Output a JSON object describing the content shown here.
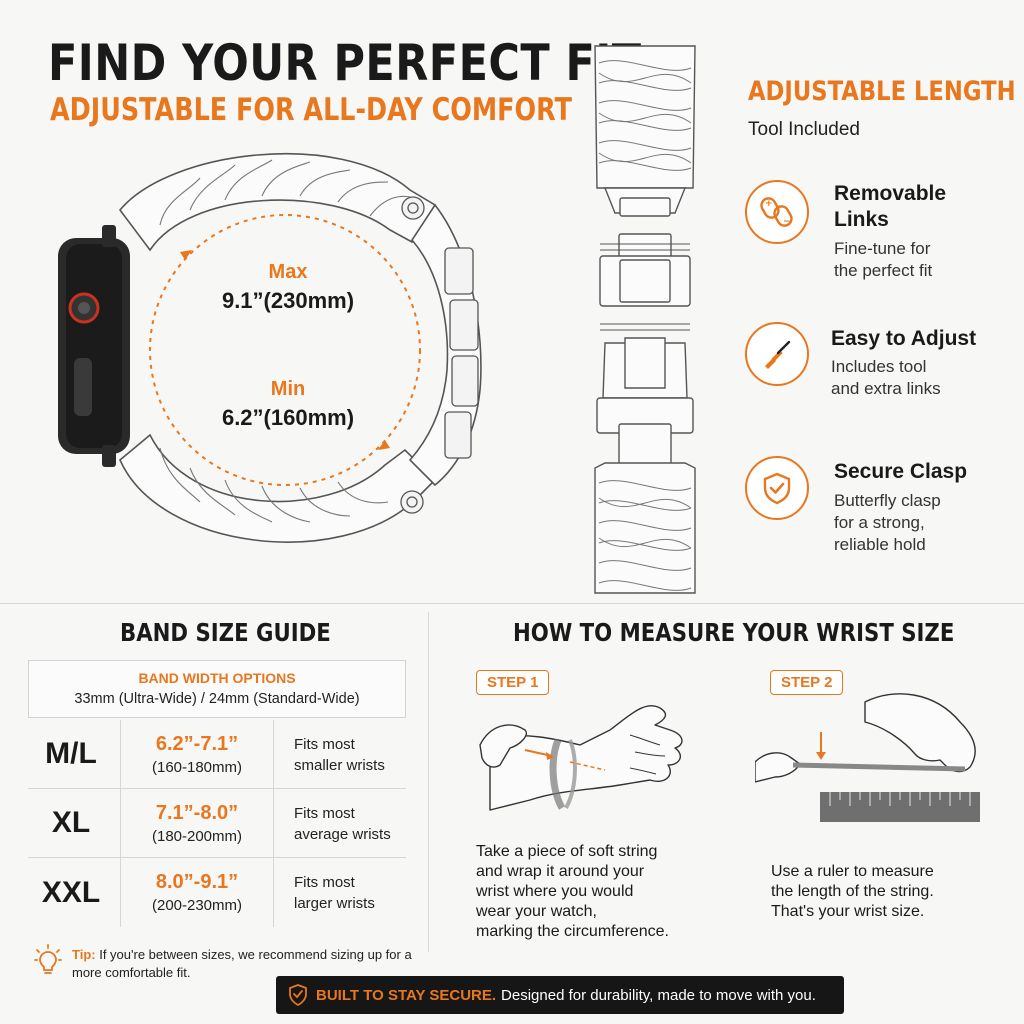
{
  "header": {
    "title": "FIND YOUR PERFECT FIT",
    "subtitle": "ADJUSTABLE FOR ALL-DAY COMFORT"
  },
  "range": {
    "max_label": "Max",
    "max_value": "9.1”(230mm)",
    "min_label": "Min",
    "min_value": "6.2”(160mm)"
  },
  "adjustable": {
    "title": "ADJUSTABLE LENGTH",
    "subtitle": "Tool Included"
  },
  "features": [
    {
      "title_line1": "Removable",
      "title_line2": "Links",
      "desc_line1": "Fine-tune for",
      "desc_line2": "the perfect fit",
      "desc_line3": "",
      "icon": "links-icon"
    },
    {
      "title_line1": "Easy to Adjust",
      "title_line2": "",
      "desc_line1": "Includes tool",
      "desc_line2": "and extra links",
      "desc_line3": "",
      "icon": "screwdriver-icon"
    },
    {
      "title_line1": "Secure Clasp",
      "title_line2": "",
      "desc_line1": "Butterfly clasp",
      "desc_line2": "for a strong,",
      "desc_line3": "reliable hold",
      "icon": "shield-check-icon"
    }
  ],
  "size_guide": {
    "title": "BAND SIZE GUIDE",
    "width_title": "BAND WIDTH OPTIONS",
    "width_value": "33mm (Ultra-Wide) / 24mm (Standard-Wide)",
    "rows": [
      {
        "size": "M/L",
        "range": "6.2”-7.1”",
        "mm": "(160-180mm)",
        "fit_line1": "Fits most",
        "fit_line2": "smaller wrists"
      },
      {
        "size": "XL",
        "range": "7.1”-8.0”",
        "mm": "(180-200mm)",
        "fit_line1": "Fits most",
        "fit_line2": "average wrists"
      },
      {
        "size": "XXL",
        "range": "8.0”-9.1”",
        "mm": "(200-230mm)",
        "fit_line1": "Fits most",
        "fit_line2": "larger wrists"
      }
    ],
    "tip_label": "Tip:",
    "tip_text": "If you're between sizes, we recommend sizing up for a more comfortable fit."
  },
  "measure": {
    "title": "HOW TO MEASURE YOUR WRIST SIZE",
    "step1_label": "STEP 1",
    "step1_lines": [
      "Take a piece of soft string",
      "and wrap it around your",
      "wrist where you would",
      "wear your watch,",
      "marking the circumference."
    ],
    "step2_label": "STEP 2",
    "step2_lines": [
      "Use a ruler to measure",
      "the length of the string.",
      "That's your wrist size."
    ]
  },
  "footer": {
    "highlight": "BUILT TO STAY SECURE.",
    "text": "Designed for durability, made to move with you."
  },
  "colors": {
    "accent": "#e8771e",
    "dark": "#161616",
    "background": "#f7f7f6"
  }
}
